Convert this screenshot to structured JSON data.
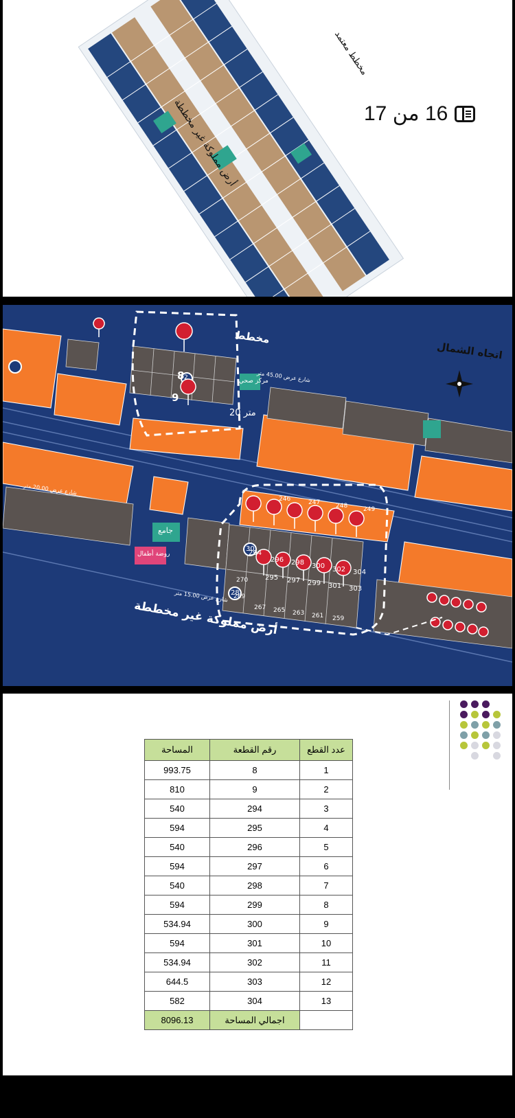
{
  "page_indicator": {
    "text": "16 من 17",
    "icon": "book-page-icon"
  },
  "top_map": {
    "label_approved": "مخطط معتمد",
    "label_unowned": "أرض مملوكة غير مخططة"
  },
  "mid_map": {
    "label_north": "اتجاه الشمال",
    "label_plan": "مخطط",
    "label_unowned": "أرض مملوكة غير مخططة",
    "label_street_45": "شارع عرض 45.00 متر",
    "label_street_20": "شارع عرض 20.00 متر",
    "label_street_15": "شارع عرض 15.00 متر",
    "label_meter": "20 متر",
    "label_center": "مركز صحي",
    "label_mosque": "جامع",
    "label_park": "روضة أطفال",
    "compass_icon": "compass-rose-icon",
    "pin_icon": "location-pin-icon",
    "plot_numbers": [
      "8",
      "9",
      "294",
      "296",
      "298",
      "300",
      "302",
      "304",
      "295",
      "297",
      "299",
      "301",
      "303",
      "246",
      "247",
      "248",
      "249",
      "259",
      "261",
      "263",
      "265",
      "267",
      "269",
      "270"
    ],
    "block_numbers": [
      "2",
      "30",
      "28"
    ],
    "colors": {
      "background": "#1d3a78",
      "residential": "#f47a2a",
      "plots": "#5a5350",
      "pin": "#d21f30"
    }
  },
  "table": {
    "headers": [
      "المساحة",
      "رقم القطعة",
      "عدد القطع"
    ],
    "rows": [
      [
        "993.75",
        "8",
        "1"
      ],
      [
        "810",
        "9",
        "2"
      ],
      [
        "540",
        "294",
        "3"
      ],
      [
        "594",
        "295",
        "4"
      ],
      [
        "540",
        "296",
        "5"
      ],
      [
        "594",
        "297",
        "6"
      ],
      [
        "540",
        "298",
        "7"
      ],
      [
        "594",
        "299",
        "8"
      ],
      [
        "534.94",
        "300",
        "9"
      ],
      [
        "594",
        "301",
        "10"
      ],
      [
        "534.94",
        "302",
        "11"
      ],
      [
        "644.5",
        "303",
        "12"
      ],
      [
        "582",
        "304",
        "13"
      ]
    ],
    "total_value": "8096.13",
    "total_label": "اجمالي المساحة",
    "header_color": "#c6df9a"
  },
  "decor_dot_colors": [
    "#4a1a5e",
    "#b7c63a",
    "#7fa0a8",
    "#d8d8e0"
  ]
}
